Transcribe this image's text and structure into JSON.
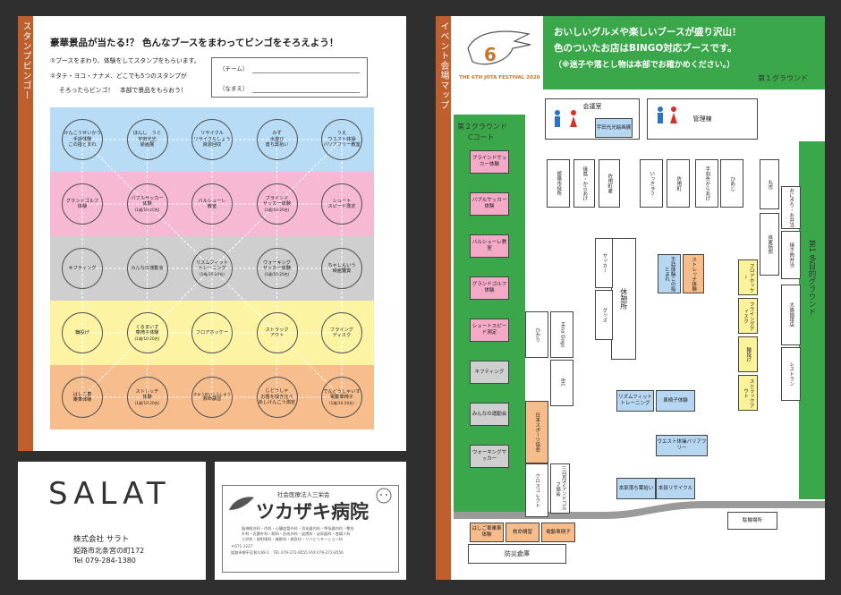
{
  "bingo": {
    "side_label": "スタンプビンゴー",
    "title": "豪華景品が当たる!？ 色んなブースをまわってビンゴをそろえよう！",
    "inst1": "①ブースをまわり、体験をしてスタンプをもらいます。",
    "inst2": "②タテ・ヨコ・ナナメ、どこでも5つのスタンプが",
    "inst3": "そろったらビンゴ！　本部で景品をもらおう！",
    "team_label": "（チーム）",
    "name_label": "（なまえ）",
    "band_colors": [
      "#b8dcf6",
      "#f6b8d2",
      "#cfcfcf",
      "#fcf4a3",
      "#f8bd8c"
    ],
    "rows": [
      [
        {
          "l1": "けんこうせいかつ",
          "l2": "手話体験",
          "l3": "この指とまれ"
        },
        {
          "l1": "ほんし　うぐ",
          "l2": "宇田光光",
          "l3": "絵画展"
        },
        {
          "l1": "リサイクル",
          "l2": "リサイクルしょう",
          "l3": "資源回収"
        },
        {
          "l1": "みず",
          "l2": "水遊び",
          "l3": "落ち葉拾い"
        },
        {
          "l1": "うえ",
          "l2": "ウエスト体操",
          "l3": "バリアフリー教室"
        }
      ],
      [
        {
          "l1": "グランドゴルフ",
          "l2": "体験",
          "l3": ""
        },
        {
          "l1": "バブルサッカー",
          "l2": "体験",
          "l3": "(1歳/10-20名)"
        },
        {
          "l1": "バルシューレ",
          "l2": "教室",
          "l3": ""
        },
        {
          "l1": "ブラインド",
          "l2": "サッカー体験",
          "l3": "(1歳/10-20名)"
        },
        {
          "l1": "シュート",
          "l2": "スピード測定",
          "l3": ""
        }
      ],
      [
        {
          "l1": "キフティング",
          "l2": "",
          "l3": ""
        },
        {
          "l1": "みんなの運動会",
          "l2": "",
          "l3": ""
        },
        {
          "l1": "リズムフィット",
          "l2": "トレーニング",
          "l3": "(1歳/10-20名)"
        },
        {
          "l1": "ウォーキング",
          "l2": "サッカー体験",
          "l3": "(1歳/10-20名)"
        },
        {
          "l1": "ちゃしんいう",
          "l2": "映画鑑賞",
          "l3": ""
        }
      ],
      [
        {
          "l1": "輪投げ",
          "l2": "",
          "l3": ""
        },
        {
          "l1": "くるまいす",
          "l2": "車椅子体験",
          "l3": "(1歳/10-20名)"
        },
        {
          "l1": "フロアホッケー",
          "l2": "",
          "l3": ""
        },
        {
          "l1": "ストラック",
          "l2": "アウト",
          "l3": ""
        },
        {
          "l1": "フライング",
          "l2": "ディスク",
          "l3": ""
        }
      ],
      [
        {
          "l1": "はしご車",
          "l2": "乗車体験",
          "l3": ""
        },
        {
          "l1": "ストレッチ",
          "l2": "体験",
          "l3": "(1歳/10-20名)"
        },
        {
          "l1": "きゅうめいこうしゅう",
          "l2": "救命講習",
          "l3": ""
        },
        {
          "l1": "じどうしゃ",
          "l2": "お香を嗅ぎ比べ",
          "l3": "あしけんこう測定"
        },
        {
          "l1": "でんどうしゃいす",
          "l2": "電動車椅子",
          "l3": "(1歳/10-20名)"
        }
      ]
    ]
  },
  "ad_salat": {
    "logo": "SALAT",
    "company": "株式会社 サラト",
    "address": "姫路市北条宮の町172",
    "tel": "Tel 079-284-1380"
  },
  "ad_tsuka": {
    "sub": "社会医療法人三栄会",
    "name": "ツカザキ病院",
    "d1": "脳神経外科・内科・心臓血管外科・消化器内科・呼吸器内科・整形",
    "d2": "外科・乳腺外科・眼科・形成外科・皮膚科・泌尿器科・産婦人科",
    "d3": "小児科・放射線科・麻酔科・救急科・リハビリテーション科",
    "d4": "〒671-1227",
    "d5": "姫路市網干区和久68-1　TEL 079-272-8555 FAX 079-272-8556"
  },
  "map": {
    "side_label": "イベント会場マップ",
    "header1": "おいしいグルメや楽しいブースが盛り沢山！",
    "header2": "色のついたお店はBINGO対応ブースです。",
    "header3": "（※迷子や落とし物は本部でお確かめください。）",
    "logo_sub": "THE 6TH JOTA FESTIVAL 2020",
    "g1_label": "第１グラウンド",
    "g1_side": "第1 多目的グラウンド",
    "g2_label1": "第２グラウンド",
    "g2_label2": "Cコート",
    "rest": "休憩所",
    "meeting": "会議室",
    "admin": "管理棟",
    "disaster": "防災倉庫",
    "parking": "駐輪場所",
    "g2_booths": [
      {
        "t": "ブラインドサッカー体験",
        "c": "pink"
      },
      {
        "t": "バブルサッカー体験",
        "c": "pink"
      },
      {
        "t": "バルシューレ教室",
        "c": "pink"
      },
      {
        "t": "グランドゴルフ体験",
        "c": "pink"
      },
      {
        "t": "シュートスピード測定",
        "c": "pink"
      },
      {
        "t": "キフティング",
        "c": "gray"
      },
      {
        "t": "みんなの運動会",
        "c": "gray"
      },
      {
        "t": "ウォーキングサッカー",
        "c": "gray"
      }
    ],
    "bottom_booths": [
      {
        "t": "はしご車乗車体験",
        "c": "orange"
      },
      {
        "t": "救命講習",
        "c": "orange"
      },
      {
        "t": "電動車椅子",
        "c": "orange"
      }
    ],
    "center_booths": [
      {
        "t": "宇田光光絵画展",
        "c": "blue"
      },
      {
        "t": "リズムフィットトレーニング",
        "c": "blue"
      },
      {
        "t": "車椅子体験",
        "c": "blue"
      },
      {
        "t": "ウエスト体操バリアフリー",
        "c": "blue"
      },
      {
        "t": "本部落ち葉拾い",
        "c": "blue"
      },
      {
        "t": "本部リサイクル",
        "c": "blue"
      },
      {
        "t": "ストレッチ体験",
        "c": "orange"
      },
      {
        "t": "手話体験この指とまれ",
        "c": "blue"
      },
      {
        "t": "日本スポーツ協会",
        "c": "orange"
      }
    ],
    "yellow_booths": [
      "フロアホッケー",
      "フライングディスク",
      "輪投げ",
      "ストラックアウト"
    ],
    "white_booths": [
      "焼鳥・からあげ",
      "姫路市役所",
      "佐用町産",
      "いっきゅう",
      "佐用町",
      "手羽先からあげ",
      "ひめじ",
      "クロスコレクト",
      "三日月グランドゴルフ協会",
      "大森珈琲店",
      "おにぎり・お弁当",
      "焼き肉弁当",
      "丸市",
      "自家焙煎",
      "レストラン",
      "サッカー",
      "グッズ",
      "ひかり",
      "Hina Dogs",
      "BIC"
    ]
  }
}
